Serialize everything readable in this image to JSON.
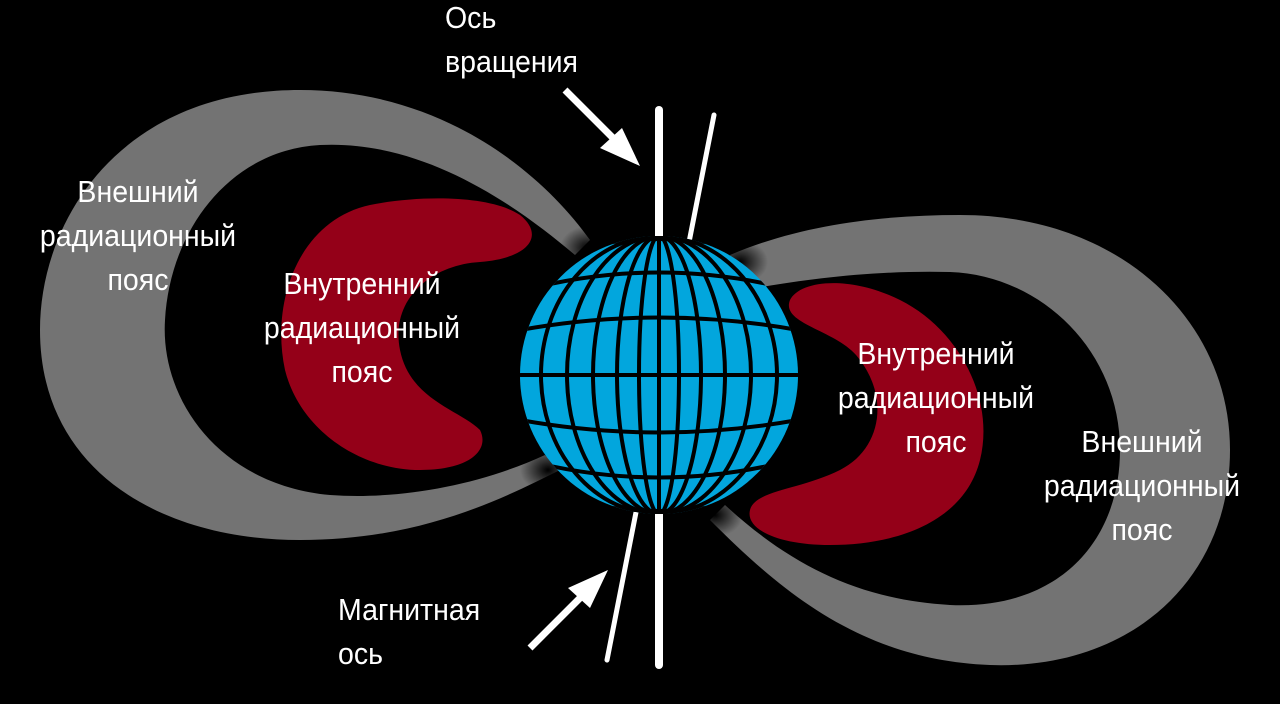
{
  "diagram": {
    "colors": {
      "background": "#000000",
      "outer_belt": "#737373",
      "inner_belt": "#940018",
      "earth": "#02a6dd",
      "grid": "#000000",
      "axes": "#ffffff"
    },
    "labels": {
      "rotation_axis": {
        "line1": "Ось",
        "line2": "вращения"
      },
      "magnetic_axis": {
        "line1": "Магнитная",
        "line2": "ось"
      },
      "outer_belt_left": {
        "line1": "Внешний",
        "line2": "радиационный",
        "line3": "пояс"
      },
      "inner_belt_left": {
        "line1": "Внутренний",
        "line2": "радиационный",
        "line3": "пояс"
      },
      "inner_belt_right": {
        "line1": "Внутренний",
        "line2": "радиационный",
        "line3": "пояс"
      },
      "outer_belt_right": {
        "line1": "Внешний",
        "line2": "радиационный",
        "line3": "пояс"
      }
    }
  }
}
